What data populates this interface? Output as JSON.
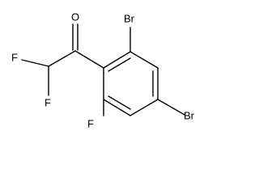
{
  "molecule": {
    "atoms": {
      "oxygen": "O",
      "fluorine_1": "F",
      "fluorine_2": "F",
      "fluorine_ring": "F",
      "bromine_top": "Br",
      "bromine_right": "Br"
    }
  }
}
